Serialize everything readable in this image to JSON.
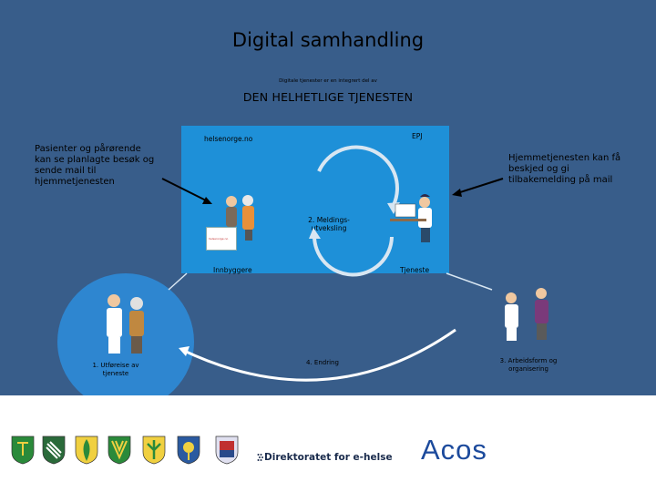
{
  "header": {
    "title": "Digital samhandling",
    "subtitle": "Digitale tjenester er en integrert del av",
    "heading": "DEN HELHETLIGE TJENESTEN"
  },
  "panel": {
    "top_left_label": "helsenorge.no",
    "top_right_label": "EPJ",
    "center_label": "2. Meldings-utveksling",
    "bottom_left_label": "Innbyggere",
    "bottom_right_label": "Tjeneste",
    "screen_text": "helsenorge.no"
  },
  "notes": {
    "left": "Pasienter og pårørende kan se planlagte besøk og sende mail til hjemmetjenesten",
    "right": "Hjemmetjenesten kan få beskjed og gi tilbakemelding på mail"
  },
  "steps": {
    "step1": "1. Utføreise av tjeneste",
    "step3": "3. Arbeidsform og organisering",
    "step4": "4. Endring"
  },
  "footer": {
    "direktoratet": "Direktoratet for e-helse",
    "acos": "Acos",
    "crests": [
      "crest-1-icon",
      "crest-2-icon",
      "crest-3-icon",
      "crest-4-icon",
      "crest-5-icon",
      "crest-6-icon",
      "crest-7-icon"
    ]
  },
  "colors": {
    "background": "#385d8a",
    "panel": "#1e90d8",
    "circle": "#2e86d0",
    "arrow": "#d8e6f2",
    "acos": "#1c4a9c"
  }
}
